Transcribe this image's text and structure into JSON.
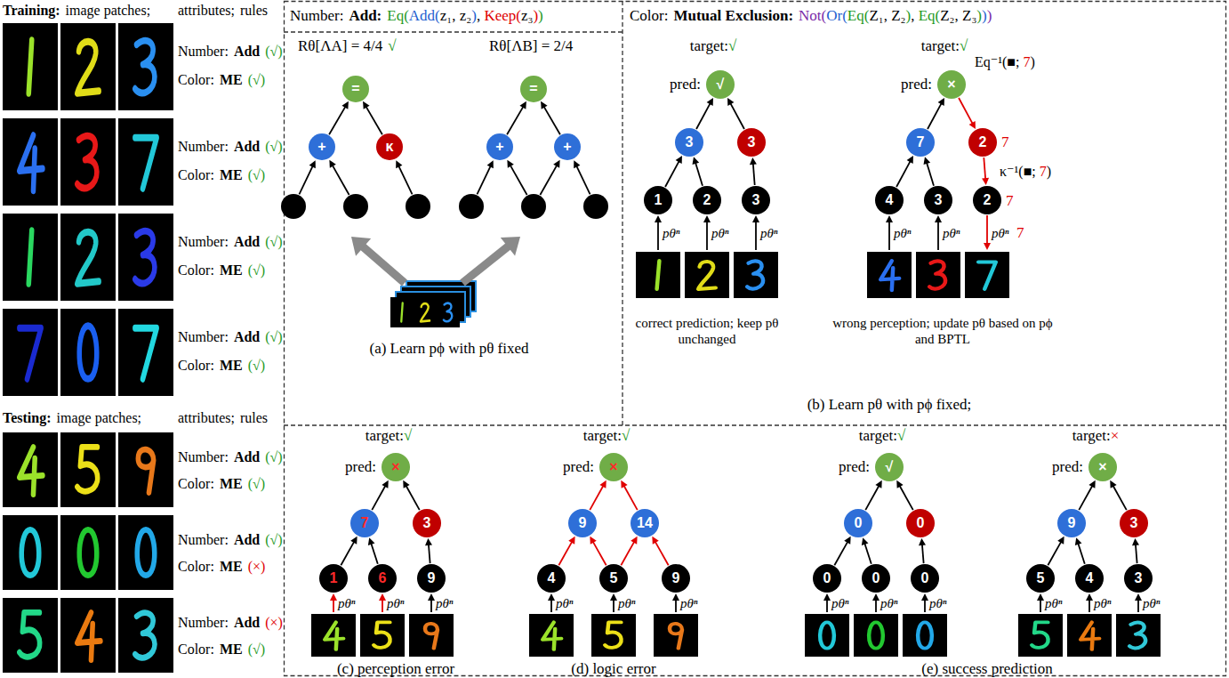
{
  "diagram": {
    "nodes": [
      {
        "text": [
          "="
        ]
      },
      {
        "text": [
          "+"
        ]
      },
      {
        "text": [
          "κ"
        ]
      },
      {
        "text": [
          "="
        ]
      },
      {
        "text": [
          "+"
        ]
      },
      {
        "text": [
          "+"
        ]
      },
      {
        "text": [
          "√"
        ]
      },
      {
        "text": [
          "3"
        ]
      },
      {
        "text": [
          "3"
        ]
      },
      {
        "text": [
          "1"
        ]
      },
      {
        "text": [
          "2"
        ]
      },
      {
        "text": [
          "3"
        ]
      },
      {
        "text": [
          "×"
        ]
      },
      {
        "text": [
          "7"
        ]
      },
      {
        "text": [
          "2"
        ]
      },
      {
        "text": [
          "4"
        ]
      },
      {
        "text": [
          "3"
        ]
      },
      {
        "text": [
          "2"
        ]
      },
      {
        "text": [
          "×"
        ]
      },
      {
        "text": [
          "7"
        ]
      },
      {
        "text": [
          "3"
        ]
      },
      {
        "text": [
          "1"
        ]
      },
      {
        "text": [
          "6"
        ]
      },
      {
        "text": [
          "9"
        ]
      },
      {
        "text": [
          "×"
        ]
      },
      {
        "text": [
          "9"
        ]
      },
      {
        "text": [
          "14"
        ]
      },
      {
        "text": [
          "4"
        ]
      },
      {
        "text": [
          "5"
        ]
      },
      {
        "text": [
          "9"
        ]
      },
      {
        "text": [
          "√"
        ]
      },
      {
        "text": [
          "0"
        ]
      },
      {
        "text": [
          "0"
        ]
      },
      {
        "text": [
          "0"
        ]
      },
      {
        "text": [
          "0"
        ]
      },
      {
        "text": [
          "0"
        ]
      },
      {
        "text": [
          "×"
        ]
      },
      {
        "text": [
          "9"
        ]
      },
      {
        "text": [
          "3"
        ]
      },
      {
        "text": [
          "5"
        ]
      },
      {
        "text": [
          "4"
        ]
      },
      {
        "text": [
          "3"
        ]
      }
    ],
    "edges": [
      {
        "from": 1,
        "to": 0,
        "arrow": "to"
      },
      {
        "from": 2,
        "to": 0,
        "arrow": "to"
      },
      {
        "from": 4,
        "to": 3,
        "arrow": "to"
      },
      {
        "from": 5,
        "to": 3,
        "arrow": "to"
      },
      {
        "from": 9,
        "to": 7,
        "arrow": "to"
      },
      {
        "from": 10,
        "to": 7,
        "arrow": "to"
      },
      {
        "from": 11,
        "to": 8,
        "arrow": "to"
      },
      {
        "from": 7,
        "to": 6,
        "arrow": "to"
      },
      {
        "from": 8,
        "to": 6,
        "arrow": "to"
      },
      {
        "from": 15,
        "to": 13,
        "arrow": "to"
      },
      {
        "from": 16,
        "to": 13,
        "arrow": "to"
      },
      {
        "from": 13,
        "to": 12,
        "arrow": "to"
      },
      {
        "from": 12,
        "to": 14,
        "arrow": "to"
      },
      {
        "from": 14,
        "to": 17,
        "arrow": "to"
      },
      {
        "from": 21,
        "to": 19,
        "arrow": "to"
      },
      {
        "from": 22,
        "to": 19,
        "arrow": "to"
      },
      {
        "from": 23,
        "to": 20,
        "arrow": "to"
      },
      {
        "from": 19,
        "to": 18,
        "arrow": "to"
      },
      {
        "from": 20,
        "to": 18,
        "arrow": "to"
      },
      {
        "from": 27,
        "to": 25,
        "arrow": "to"
      },
      {
        "from": 28,
        "to": 25,
        "arrow": "to"
      },
      {
        "from": 28,
        "to": 26,
        "arrow": "to"
      },
      {
        "from": 29,
        "to": 26,
        "arrow": "to"
      },
      {
        "from": 25,
        "to": 24,
        "arrow": "to"
      },
      {
        "from": 26,
        "to": 24,
        "arrow": "to"
      },
      {
        "from": 33,
        "to": 31,
        "arrow": "to"
      },
      {
        "from": 34,
        "to": 31,
        "arrow": "to"
      },
      {
        "from": 35,
        "to": 32,
        "arrow": "to"
      },
      {
        "from": 31,
        "to": 30,
        "arrow": "to"
      },
      {
        "from": 32,
        "to": 30,
        "arrow": "to"
      },
      {
        "from": 39,
        "to": 37,
        "arrow": "to"
      },
      {
        "from": 40,
        "to": 37,
        "arrow": "to"
      },
      {
        "from": 41,
        "to": 38,
        "arrow": "to"
      },
      {
        "from": 37,
        "to": 36,
        "arrow": "to"
      },
      {
        "from": 38,
        "to": 36,
        "arrow": "to"
      }
    ],
    "labels": [
      "Training:",
      "image patches;",
      "attributes;",
      "rules",
      "Number:",
      "Add",
      "(√)",
      "Color:",
      "ME",
      "(√)",
      "Number:",
      "Add",
      "(√)",
      "Color:",
      "ME",
      "(√)",
      "Number:",
      "Add",
      "(√)",
      "Color:",
      "ME",
      "(√)",
      "Number:",
      "Add",
      "(√)",
      "Color:",
      "ME",
      "(√)",
      "Testing:",
      "image patches;",
      "attributes;",
      "rules",
      "Number:",
      "Add",
      "(√)",
      "Color:",
      "ME",
      "(√)",
      "Number:",
      "Add",
      "(√)",
      "Color:",
      "ME",
      "(×)",
      "Number:",
      "Add",
      "(×)",
      "Color:",
      "ME",
      "(√)",
      "Number:",
      "Add:",
      "Eq(",
      "Add(",
      "z₁, z₂",
      ")",
      ", ",
      "Keep(",
      "z₃",
      ")",
      ")",
      "Color:",
      "Mutual Exclusion:",
      "Not(",
      "Or(",
      "Eq(",
      "Z₁, Z₂",
      ")",
      ", ",
      "Eq(",
      "Z₂, Z₃",
      ")",
      ")",
      ")",
      "Rθ[ΛA] = 4/4",
      "√",
      "Rθ[ΛB] = 2/4",
      "(a) Learn pϕ with pθ fixed",
      "target:",
      "√",
      "pred:",
      "pθⁿ",
      "pθⁿ",
      "pθⁿ",
      "correct prediction; keep pθ unchanged",
      "target:",
      "√",
      "pred:",
      "Eq⁻¹(■; ",
      "7",
      ")",
      "κ⁻¹(■; ",
      "7",
      ")",
      "7",
      "7",
      "pθⁿ",
      "pθⁿ",
      "pθⁿ",
      "7",
      "wrong perception; update pθ based on pϕ and BPTL",
      "(b) Learn pθ with pϕ fixed;",
      "target:",
      "√",
      "pred:",
      "pθⁿ",
      "pθⁿ",
      "pθⁿ",
      "(c) perception error",
      "target:",
      "√",
      "pred:",
      "pθⁿ",
      "pθⁿ",
      "pθⁿ",
      "(d) logic error",
      "target:",
      "√",
      "pred:",
      "pθⁿ",
      "pθⁿ",
      "pθⁿ",
      "target:",
      "×",
      "pred:",
      "pθⁿ",
      "pθⁿ",
      "pθⁿ",
      "(e) success prediction"
    ]
  }
}
